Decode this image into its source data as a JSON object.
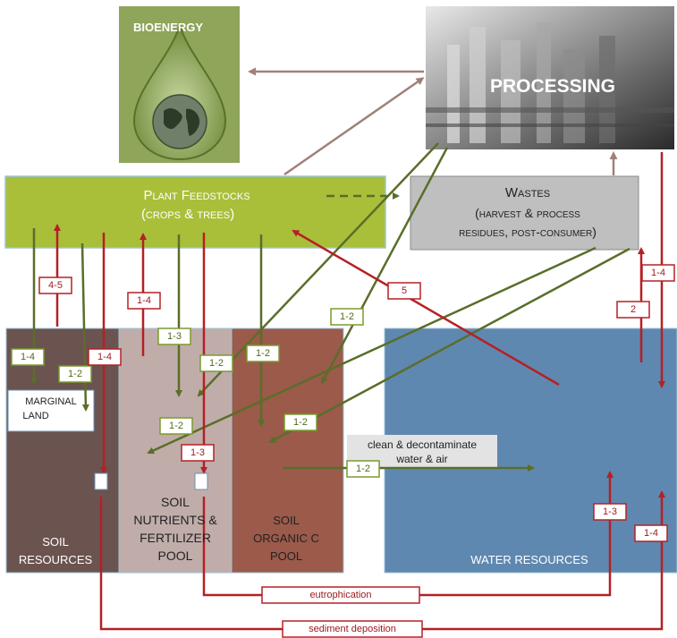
{
  "nodes": {
    "bioenergy": "BIOENERGY",
    "processing": "PROCESSING",
    "plant_feedstocks_line1": "Plant Feedstocks",
    "plant_feedstocks_line2": "(crops & trees)",
    "wastes_line1": "Wastes",
    "wastes_line2": "(harvest & process",
    "wastes_line3": "residues, post-consumer)",
    "marginal_land_line1": "MARGINAL",
    "marginal_land_line2": "LAND",
    "soil_resources_line1": "SOIL",
    "soil_resources_line2": "RESOURCES",
    "soil_nutrients_line1": "SOIL",
    "soil_nutrients_line2": "NUTRIENTS &",
    "soil_nutrients_line3": "FERTILIZER",
    "soil_nutrients_line4": "POOL",
    "soil_organic_line1": "SOIL",
    "soil_organic_line2": "ORGANIC C",
    "soil_organic_line3": "POOL",
    "water_resources": "WATER RESOURCES",
    "clean_line1": "clean & decontaminate",
    "clean_line2": "water & air"
  },
  "labels": {
    "g1": "1-4",
    "g2": "1-2",
    "g3": "1-3",
    "g4": "1-2",
    "g5": "1-2",
    "g6": "1-2",
    "g7": "1-2",
    "g8": "1-2",
    "g9": "1-2",
    "r1": "4-5",
    "r2": "1-4",
    "r3": "1-4",
    "r4": "1-3",
    "r5": "5",
    "r6": "2",
    "r7": "1-4",
    "r8": "1-3",
    "r9": "1-4",
    "eutrophication": "eutrophication",
    "sediment": "sediment deposition"
  },
  "colors": {
    "green_arrow": "#5a6e2a",
    "red_arrow": "#b52025",
    "brown_arrow": "#a08078",
    "feedstock_fill": "#a9bf3a",
    "wastes_fill": "#bfbfbf",
    "soil_resources_fill": "#6b5350",
    "soil_nutrients_fill": "#c0adaa",
    "soil_organic_fill": "#9b5a4a",
    "water_fill": "#5f88b0"
  }
}
